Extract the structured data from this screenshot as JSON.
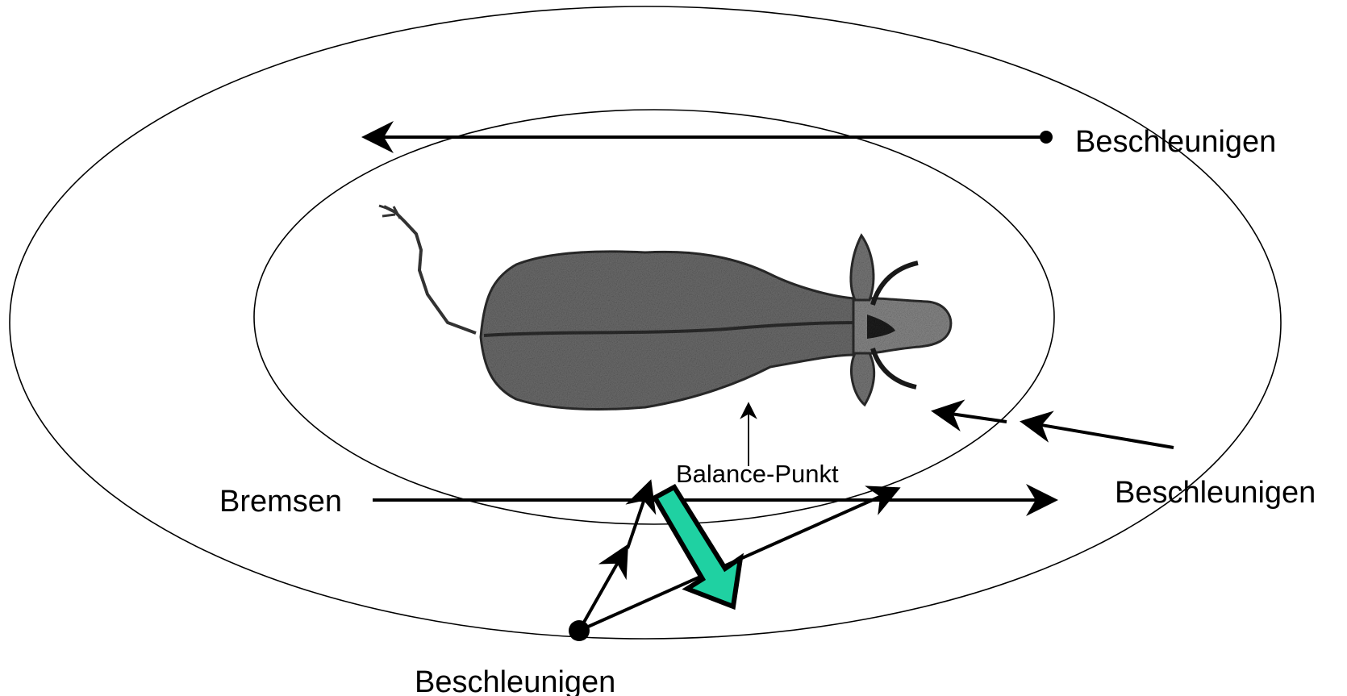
{
  "labels": {
    "top_right": "Beschleunigen",
    "right": "Beschleunigen",
    "bottom": "Beschleunigen",
    "left": "Bremsen",
    "center": "Balance-Punkt"
  },
  "colors": {
    "stroke": "#000000",
    "background": "#ffffff",
    "accent_arrow": "#1fd1a2",
    "animal_body": "#6e6e6e",
    "animal_dark": "#2e2e2e"
  }
}
